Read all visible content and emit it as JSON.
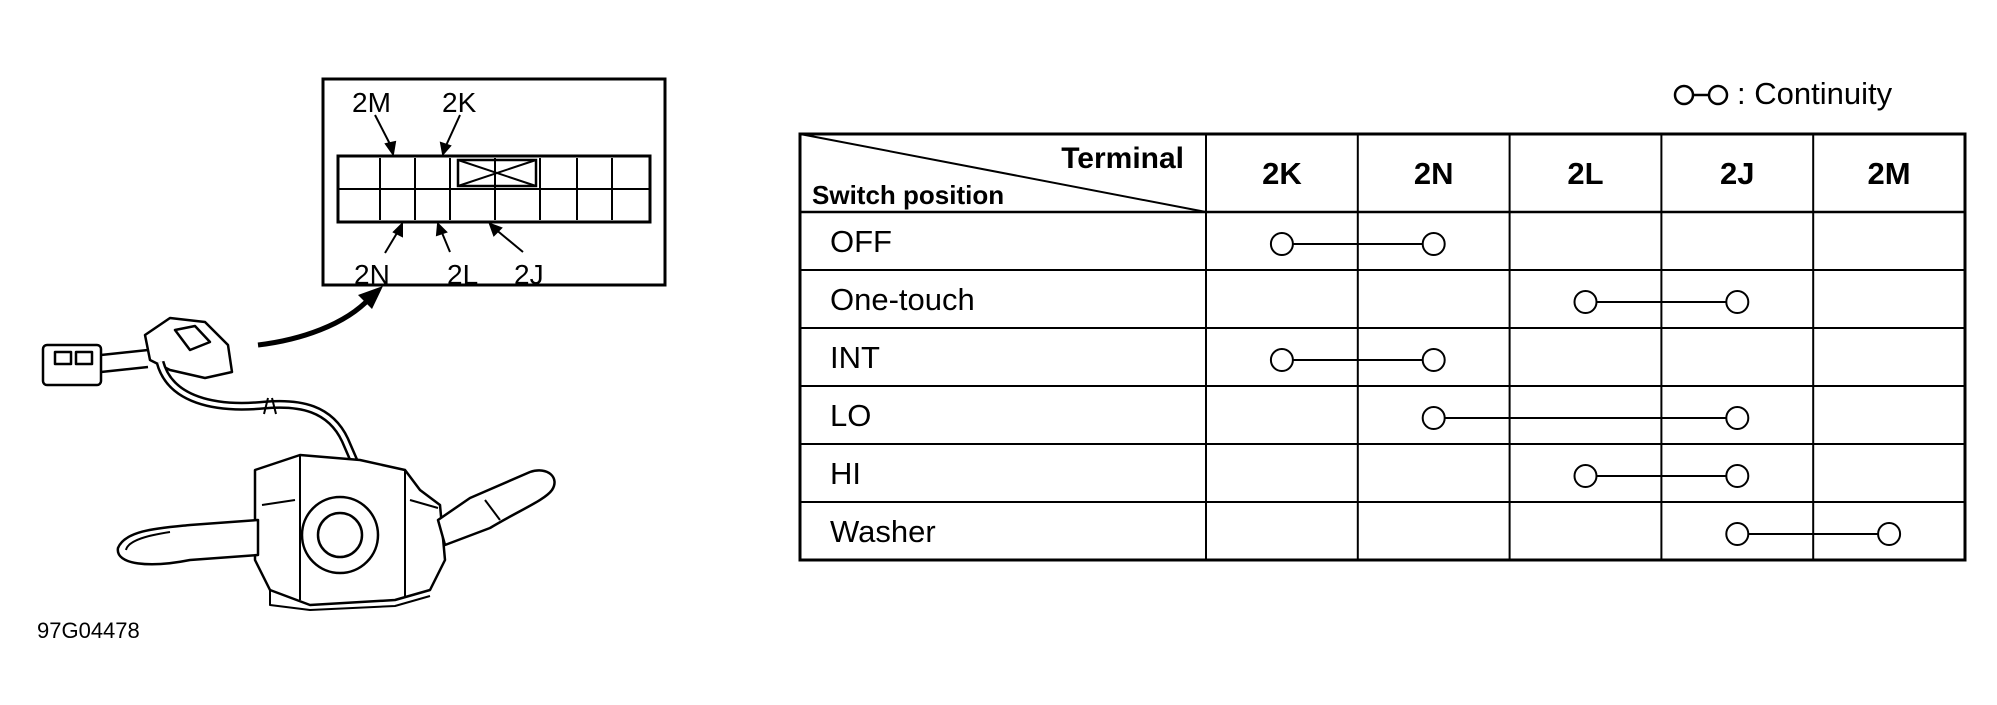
{
  "legend": {
    "label": ": Continuity"
  },
  "connector": {
    "top_labels": [
      "2M",
      "2K"
    ],
    "bottom_labels": [
      "2N",
      "2L",
      "2J"
    ]
  },
  "table": {
    "corner": {
      "top": "Terminal",
      "bottom": "Switch position"
    },
    "columns": [
      "2K",
      "2N",
      "2L",
      "2J",
      "2M"
    ],
    "rows": [
      {
        "label": "OFF",
        "from": 0,
        "to": 1
      },
      {
        "label": "One-touch",
        "from": 2,
        "to": 3
      },
      {
        "label": "INT",
        "from": 0,
        "to": 1
      },
      {
        "label": "LO",
        "from": 1,
        "to": 3
      },
      {
        "label": "HI",
        "from": 2,
        "to": 3
      },
      {
        "label": "Washer",
        "from": 3,
        "to": 4
      }
    ]
  },
  "figure_id": "97G04478"
}
